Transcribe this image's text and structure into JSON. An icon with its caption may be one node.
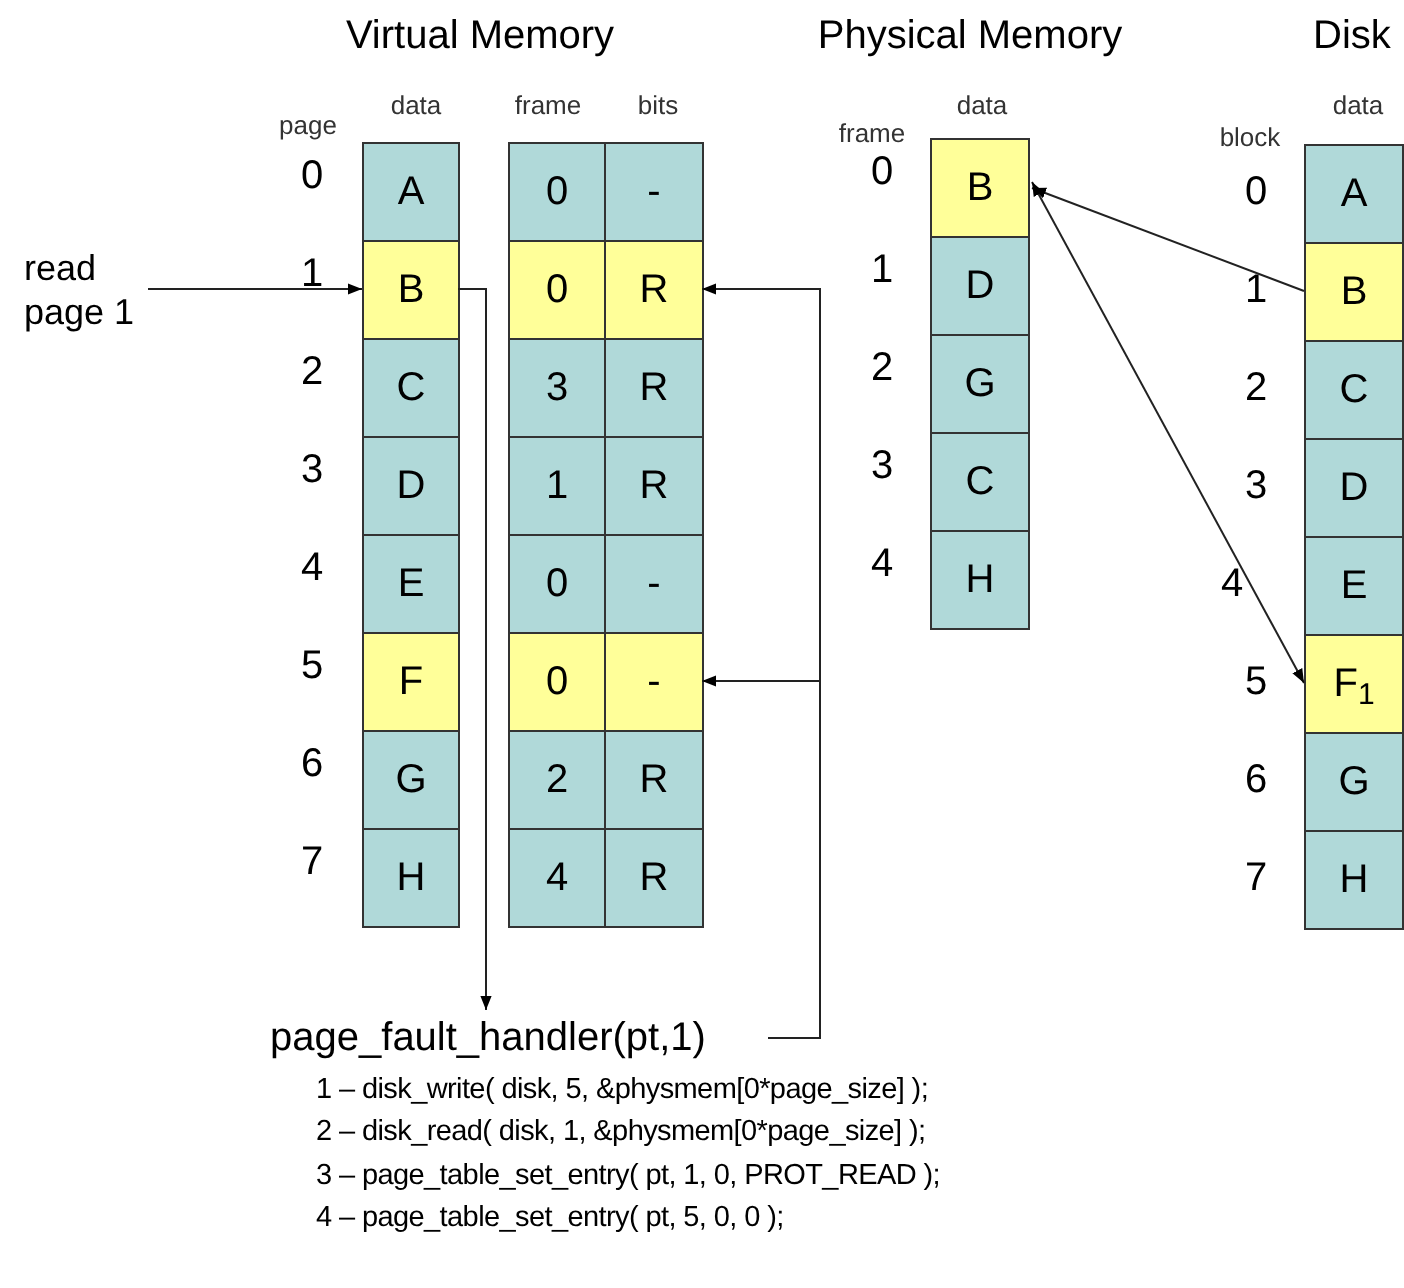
{
  "diagram": {
    "nodes": [
      {
        "text": [
          "read page 1"
        ]
      },
      {
        "text": [
          "A"
        ]
      },
      {
        "text": [
          "B"
        ]
      },
      {
        "text": [
          "C"
        ]
      },
      {
        "text": [
          "D"
        ]
      },
      {
        "text": [
          "E"
        ]
      },
      {
        "text": [
          "F"
        ]
      },
      {
        "text": [
          "G"
        ]
      },
      {
        "text": [
          "H"
        ]
      },
      {
        "text": [
          "0"
        ]
      },
      {
        "text": [
          "-"
        ]
      },
      {
        "text": [
          "0"
        ]
      },
      {
        "text": [
          "R"
        ]
      },
      {
        "text": [
          "3"
        ]
      },
      {
        "text": [
          "R"
        ]
      },
      {
        "text": [
          "1"
        ]
      },
      {
        "text": [
          "R"
        ]
      },
      {
        "text": [
          "0"
        ]
      },
      {
        "text": [
          "-"
        ]
      },
      {
        "text": [
          "0"
        ]
      },
      {
        "text": [
          "-"
        ]
      },
      {
        "text": [
          "2"
        ]
      },
      {
        "text": [
          "R"
        ]
      },
      {
        "text": [
          "4"
        ]
      },
      {
        "text": [
          "R"
        ]
      },
      {
        "text": [
          "B"
        ]
      },
      {
        "text": [
          "D"
        ]
      },
      {
        "text": [
          "G"
        ]
      },
      {
        "text": [
          "C"
        ]
      },
      {
        "text": [
          "H"
        ]
      },
      {
        "text": [
          "A"
        ]
      },
      {
        "text": [
          "B"
        ]
      },
      {
        "text": [
          "C"
        ]
      },
      {
        "text": [
          "D"
        ]
      },
      {
        "text": [
          "E"
        ]
      },
      {
        "text": [
          "F$_{1}$"
        ]
      },
      {
        "text": [
          "G"
        ]
      },
      {
        "text": [
          "H"
        ]
      },
      {
        "text": [
          "page_fault_handler(pt,1)"
        ]
      }
    ],
    "edges": [
      {
        "from": 0,
        "to": 2,
        "arrow": "to"
      },
      {
        "from": 2,
        "to": 38,
        "arrow": "to"
      },
      {
        "from": 38,
        "to": 12,
        "arrow": "to"
      },
      {
        "from": 38,
        "to": 20,
        "arrow": "to"
      },
      {
        "from": 31,
        "to": 25,
        "arrow": "to"
      },
      {
        "from": 25,
        "to": 35,
        "arrow": "both"
      }
    ],
    "labels": [
      "Virtual Memory",
      "Physical Memory",
      "Disk",
      "page",
      "data",
      "frame",
      "bits",
      "frame",
      "data",
      "block",
      "data",
      "0",
      "1",
      "2",
      "3",
      "4",
      "5",
      "6",
      "7",
      "0",
      "1",
      "2",
      "3",
      "4",
      "0",
      "1",
      "2",
      "3",
      "4",
      "5",
      "6",
      "7",
      "1 – disk_write( disk, 5, &physmem[0*page_size] );",
      "2 – disk_read( disk, 1, &physmem[0*page_size] );",
      "3 – page_table_set_entry( pt, 1, 0, PROT_READ );",
      "4 – page_table_set_entry( pt, 5, 0, 0 );"
    ]
  }
}
